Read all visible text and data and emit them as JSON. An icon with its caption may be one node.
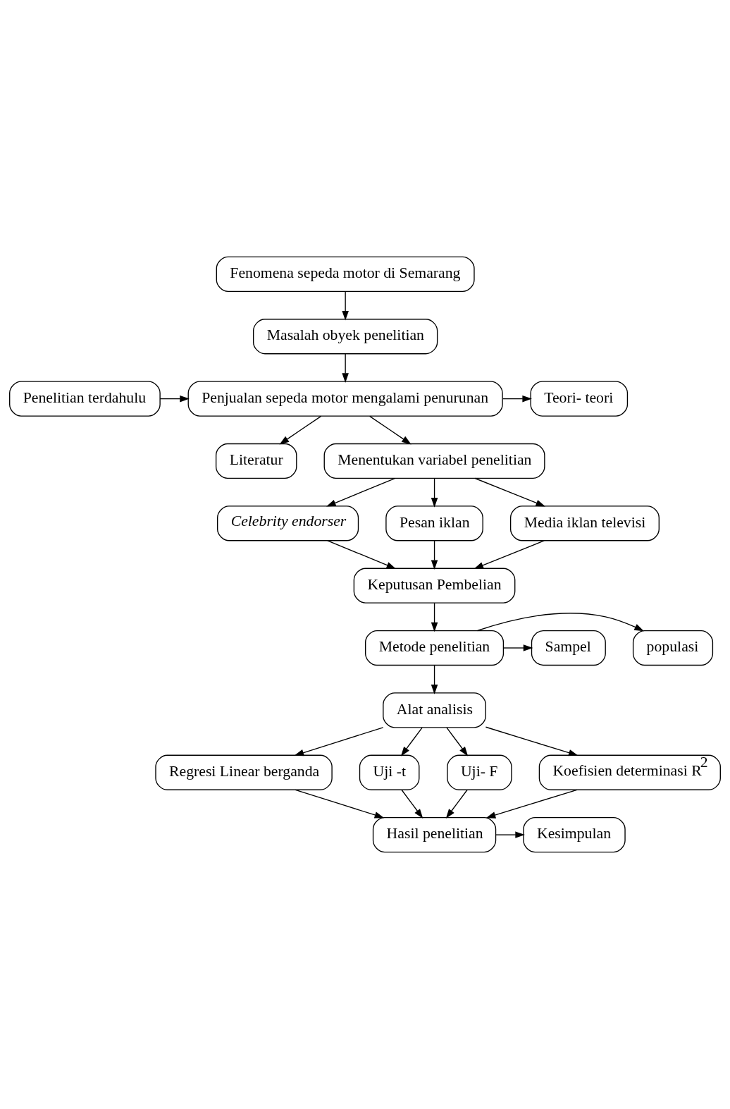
{
  "diagram": {
    "nodes": [
      {
        "text": [
          "Fenomena sepeda motor di Semarang"
        ]
      },
      {
        "text": [
          "Masalah obyek penelitian"
        ]
      },
      {
        "text": [
          "Teori- teori"
        ]
      },
      {
        "text": [
          "Penjualan sepeda motor mengalami penurunan"
        ]
      },
      {
        "text": [
          "Penelitian terdahulu"
        ]
      },
      {
        "text": [
          "Literatur"
        ]
      },
      {
        "text": [
          "Menentukan variabel penelitian"
        ]
      },
      {
        "text": [
          "Celebrity endorser"
        ]
      },
      {
        "text": [
          "Pesan iklan"
        ]
      },
      {
        "text": [
          "Media iklan televisi"
        ]
      },
      {
        "text": [
          "Keputusan Pembelian"
        ]
      },
      {
        "text": [
          "populasi"
        ]
      },
      {
        "text": [
          "Metode penelitian"
        ]
      },
      {
        "text": [
          "Sampel"
        ]
      },
      {
        "text": [
          "Alat analisis"
        ]
      },
      {
        "text": [
          "Regresi Linear berganda"
        ]
      },
      {
        "text": [
          "Uji -t"
        ]
      },
      {
        "text": [
          "Uji- F"
        ]
      },
      {
        "text": [
          "Koefisien determinasi R$^{2}$"
        ]
      },
      {
        "text": [
          "Hasil penelitian"
        ]
      },
      {
        "text": [
          "Kesimpulan"
        ]
      }
    ],
    "edges": [
      {
        "from": 0,
        "to": 1,
        "arrow": "to"
      },
      {
        "from": 1,
        "to": 3,
        "arrow": "to"
      },
      {
        "from": 3,
        "to": 2,
        "arrow": "to"
      },
      {
        "from": 3,
        "to": 5,
        "arrow": "to"
      },
      {
        "from": 4,
        "to": 3,
        "arrow": "to"
      },
      {
        "from": 3,
        "to": 6,
        "arrow": "to"
      },
      {
        "from": 6,
        "to": 7,
        "arrow": "to"
      },
      {
        "from": 6,
        "to": 8,
        "arrow": "to"
      },
      {
        "from": 6,
        "to": 9,
        "arrow": "to"
      },
      {
        "from": 7,
        "to": 10,
        "arrow": "to"
      },
      {
        "from": 8,
        "to": 10,
        "arrow": "to"
      },
      {
        "from": 9,
        "to": 10,
        "arrow": "to"
      },
      {
        "from": 10,
        "to": 12,
        "arrow": "to"
      },
      {
        "from": 12,
        "to": 11,
        "arrow": "to"
      },
      {
        "from": 12,
        "to": 13,
        "arrow": "to"
      },
      {
        "from": 12,
        "to": 14,
        "arrow": "to"
      },
      {
        "from": 14,
        "to": 15,
        "arrow": "to"
      },
      {
        "from": 14,
        "to": 16,
        "arrow": "to"
      },
      {
        "from": 14,
        "to": 17,
        "arrow": "to"
      },
      {
        "from": 14,
        "to": 18,
        "arrow": "to"
      },
      {
        "from": 15,
        "to": 19,
        "arrow": "to"
      },
      {
        "from": 16,
        "to": 19,
        "arrow": "to"
      },
      {
        "from": 17,
        "to": 19,
        "arrow": "to"
      },
      {
        "from": 18,
        "to": 19,
        "arrow": "to"
      },
      {
        "from": 19,
        "to": 20,
        "arrow": "to"
      }
    ]
  }
}
